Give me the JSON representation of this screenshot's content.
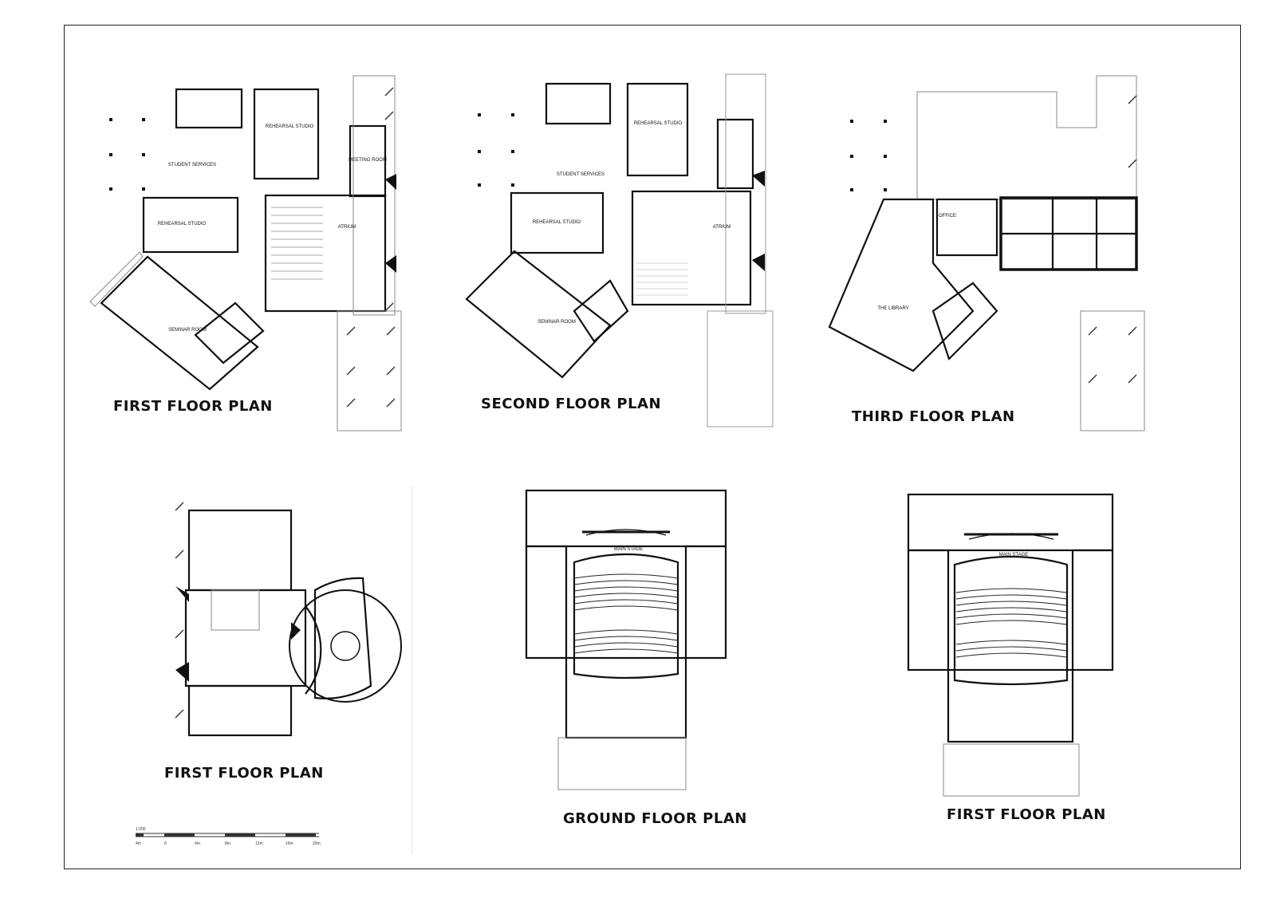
{
  "captions": {
    "p1": "FIRST  FLOOR  PLAN",
    "p2": "SECOND  FLOOR  PLAN",
    "p3": "THIRD  FLOOR  PLAN",
    "p4": "FIRST  FLOOR  PLAN",
    "p5": "GROUND FLOOR PLAN",
    "p6": "FIRST FLOOR PLAN"
  },
  "rooms": {
    "rehearsal_studio": "REHEARSAL STUDIO",
    "student_services": "STUDENT SERVICES",
    "meeting_room": "MEETING ROOM",
    "atrium": "ATRIUM",
    "seminar_room": "SEMINAR ROOM",
    "library": "THE LIBRARY",
    "office": "OFFICE",
    "main_stage": "MAIN STAGE"
  },
  "scale_bar": {
    "ratio": "1:200",
    "ticks": [
      "4m",
      "0",
      "4m",
      "8m",
      "12m",
      "16m",
      "20m"
    ]
  }
}
